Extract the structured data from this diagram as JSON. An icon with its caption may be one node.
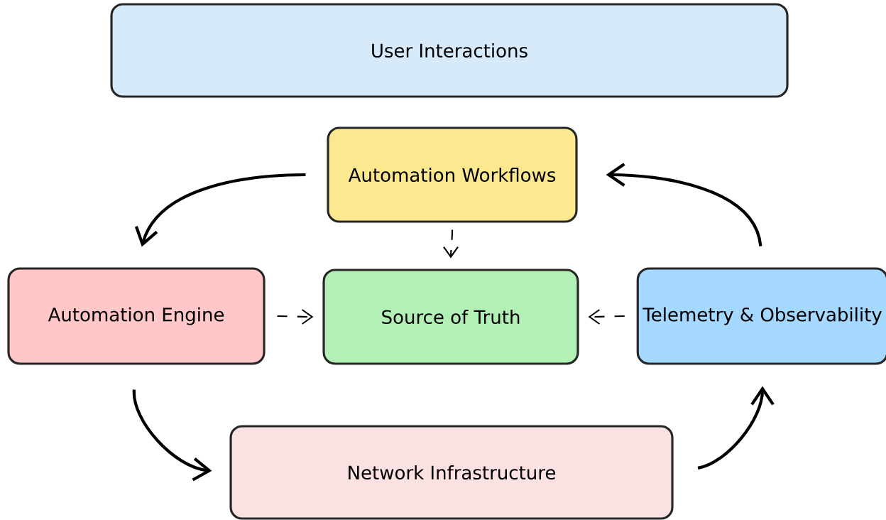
{
  "diagram": {
    "nodes": [
      {
        "text": [
          "User Interactions"
        ]
      },
      {
        "text": [
          "Automation Workflows"
        ]
      },
      {
        "text": [
          "Automation Engine"
        ]
      },
      {
        "text": [
          "Source of Truth"
        ]
      },
      {
        "text": [
          "Telemetry & Observability"
        ]
      },
      {
        "text": [
          "Network Infrastructure"
        ]
      }
    ],
    "edges": [
      {
        "from": 1,
        "to": 2,
        "arrow": "to"
      },
      {
        "from": 1,
        "to": 3,
        "arrow": "to",
        "style": "dashed"
      },
      {
        "from": 2,
        "to": 3,
        "arrow": "to",
        "style": "dashed"
      },
      {
        "from": 4,
        "to": 3,
        "arrow": "to",
        "style": "dashed"
      },
      {
        "from": 2,
        "to": 5,
        "arrow": "to"
      },
      {
        "from": 5,
        "to": 4,
        "arrow": "to"
      },
      {
        "from": 4,
        "to": 1,
        "arrow": "to"
      }
    ]
  }
}
